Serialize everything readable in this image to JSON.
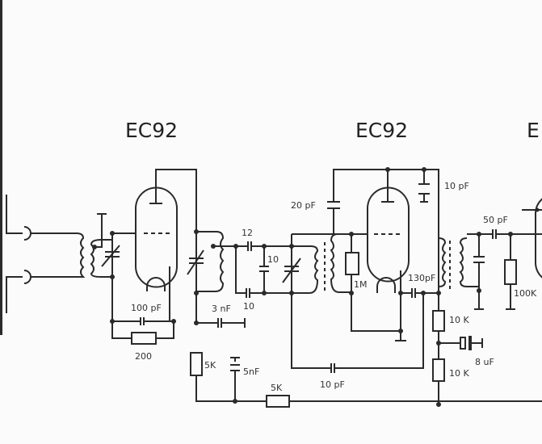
{
  "tubes": {
    "t1": "EC92",
    "t2": "EC92",
    "t3": "E"
  },
  "labels": {
    "c_100pf": "100 pF",
    "r_200": "200",
    "c_12": "12",
    "c_10a": "10",
    "c_10b": "10",
    "c_3nf": "3 nF",
    "r_5k_a": "5K",
    "c_5nf": "5nF",
    "r_5k_b": "5K",
    "c_20pf": "20 pF",
    "c_10pf_top": "10 pF",
    "r_1m": "1M",
    "c_130pf": "130pF",
    "c_10pf_bottom": "10 pF",
    "r_10k_a": "10 K",
    "c_8uf": "8 uF",
    "r_10k_b": "10 K",
    "c_50pf": "50 pF",
    "r_100k": "100K"
  }
}
